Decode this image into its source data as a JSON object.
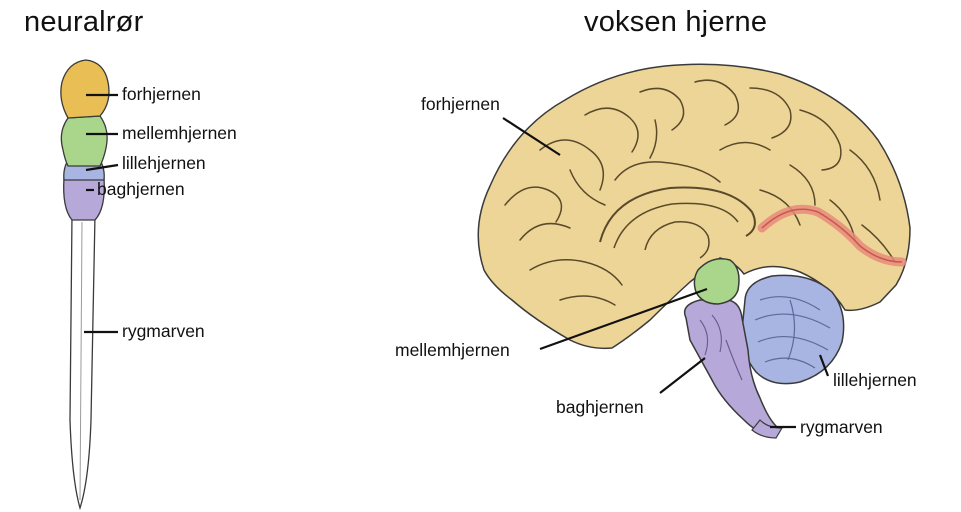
{
  "left_panel": {
    "title": "neuralrør",
    "labels": {
      "forebrain": "forhjernen",
      "midbrain": "mellemhjernen",
      "cerebellum": "lillehjernen",
      "hindbrain": "baghjernen",
      "spinal_cord": "rygmarven"
    }
  },
  "right_panel": {
    "title": "voksen hjerne",
    "labels": {
      "forebrain": "forhjernen",
      "midbrain": "mellemhjernen",
      "hindbrain": "baghjernen",
      "cerebellum": "lillehjernen",
      "spinal_cord": "rygmarven"
    }
  },
  "colors": {
    "forebrain": "#edd597",
    "forebrain_tube": "#e8be55",
    "midbrain": "#a9d68a",
    "cerebellum": "#a8b4e2",
    "hindbrain": "#b6a8d8",
    "spinal_cord": "#ffffff",
    "outline": "#3a3a3a",
    "highlight_band": "#e88a7a"
  }
}
